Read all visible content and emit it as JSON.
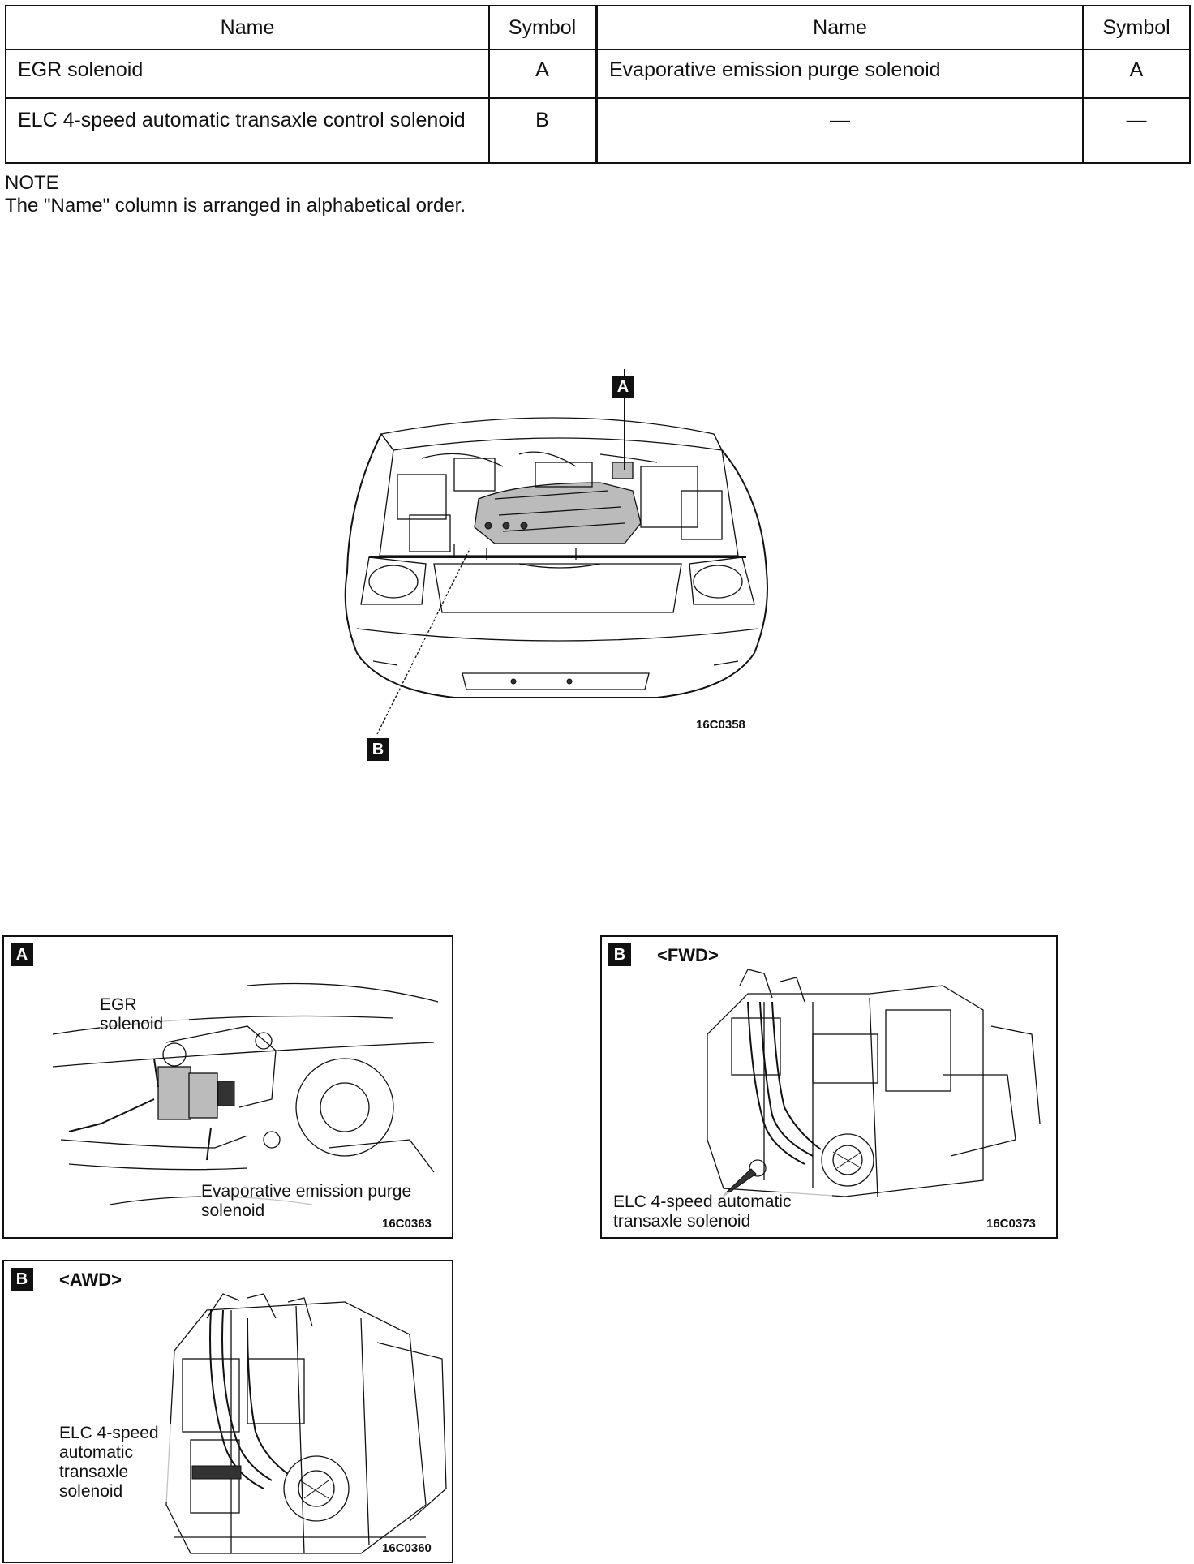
{
  "table": {
    "headers": {
      "name_left": "Name",
      "symbol_left": "Symbol",
      "name_right": "Name",
      "symbol_right": "Symbol"
    },
    "rows": [
      {
        "name_left": "EGR solenoid",
        "symbol_left": "A",
        "name_right": "Evaporative emission purge solenoid",
        "symbol_right": "A"
      },
      {
        "name_left": "ELC 4-speed automatic transaxle control solenoid",
        "symbol_left": "B",
        "name_right": "—",
        "symbol_right": "—"
      }
    ]
  },
  "note": {
    "heading": "NOTE",
    "text": "The \"Name\" column is arranged in alphabetical order."
  },
  "main_figure": {
    "label_a": "A",
    "label_b": "B",
    "code": "16C0358"
  },
  "panel_a": {
    "badge": "A",
    "callout_egr": "EGR solenoid",
    "callout_purge": "Evaporative emission purge solenoid",
    "code": "16C0363"
  },
  "panel_b_fwd": {
    "badge": "B",
    "variant": "<FWD>",
    "callout": "ELC 4-speed automatic transaxle solenoid",
    "code": "16C0373"
  },
  "panel_b_awd": {
    "badge": "B",
    "variant": "<AWD>",
    "callout": "ELC 4-speed automatic transaxle solenoid",
    "code": "16C0360"
  }
}
